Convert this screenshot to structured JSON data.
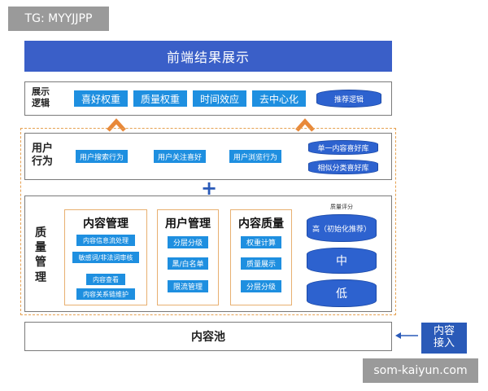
{
  "watermark_top": "TG: MYYJJPP",
  "watermark_bottom": "som-kaiyun.com",
  "title": "前端结果展示",
  "display_logic": {
    "label_line1": "展示",
    "label_line2": "逻辑",
    "items": [
      "喜好权重",
      "质量权重",
      "时间效应",
      "去中心化"
    ],
    "cylinder": "推荐逻辑"
  },
  "user_behavior": {
    "label_line1": "用户",
    "label_line2": "行为",
    "items": [
      "用户搜索行为",
      "用户关注喜好",
      "用户浏览行为"
    ],
    "libraries": [
      "单一内容喜好库",
      "相似分类喜好库"
    ]
  },
  "plus": "+",
  "quality_mgmt": {
    "label_chars": [
      "质",
      "量",
      "管",
      "理"
    ],
    "content_mgmt": {
      "title": "内容管理",
      "items": [
        "内容信息流处理",
        "敏感词/非法词审核",
        "内容查看",
        "内容关系链维护"
      ]
    },
    "user_mgmt": {
      "title": "用户管理",
      "items": [
        "分层分级",
        "黑/白名单",
        "限流管理"
      ]
    },
    "content_quality": {
      "title": "内容质量",
      "items": [
        "权重计算",
        "质量展示",
        "分层分级"
      ]
    },
    "scoring": {
      "label": "质量评分",
      "levels": [
        "高（初始化推荐）",
        "中",
        "低"
      ]
    }
  },
  "content_pool": "内容池",
  "content_inflow": "内容接入",
  "colors": {
    "title_blue": "#3a5fc8",
    "button_blue": "#1e8fe0",
    "cylinder_blue": "#2d62cf",
    "arrow_orange": "#e8893a",
    "dashed_orange": "#e6a050"
  }
}
